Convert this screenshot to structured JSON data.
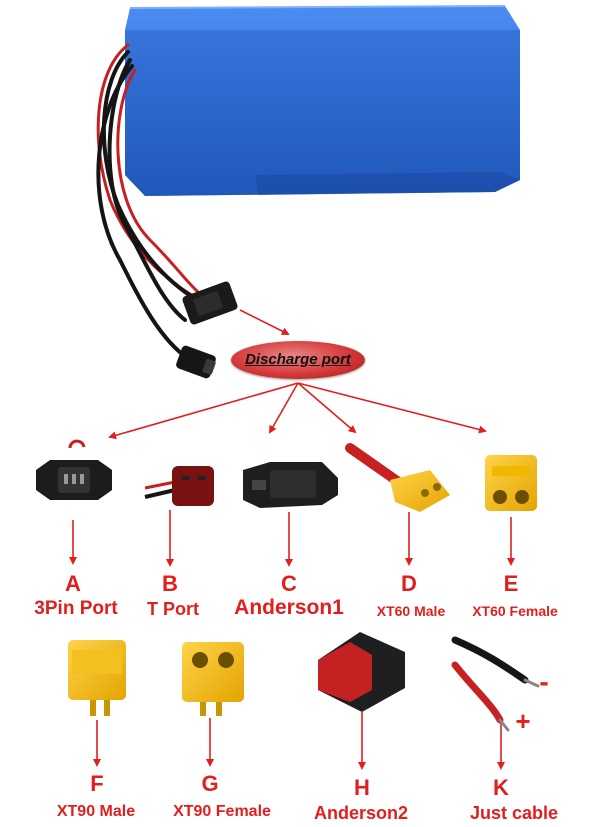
{
  "discharge_label": "Discharge port",
  "colors": {
    "label_red": "#e0201e",
    "battery_blue": "#2f73d8"
  },
  "items": [
    {
      "letter": "A",
      "caption": "3Pin Port"
    },
    {
      "letter": "B",
      "caption": "T Port"
    },
    {
      "letter": "C",
      "caption": "Anderson1"
    },
    {
      "letter": "D",
      "caption": "XT60 Male"
    },
    {
      "letter": "E",
      "caption": "XT60 Female"
    },
    {
      "letter": "F",
      "caption": "XT90 Male"
    },
    {
      "letter": "G",
      "caption": "XT90 Female"
    },
    {
      "letter": "H",
      "caption": "Anderson2"
    },
    {
      "letter": "K",
      "caption": "Just cable"
    }
  ],
  "cable_polarity": {
    "negative": "-",
    "positive": "+"
  }
}
